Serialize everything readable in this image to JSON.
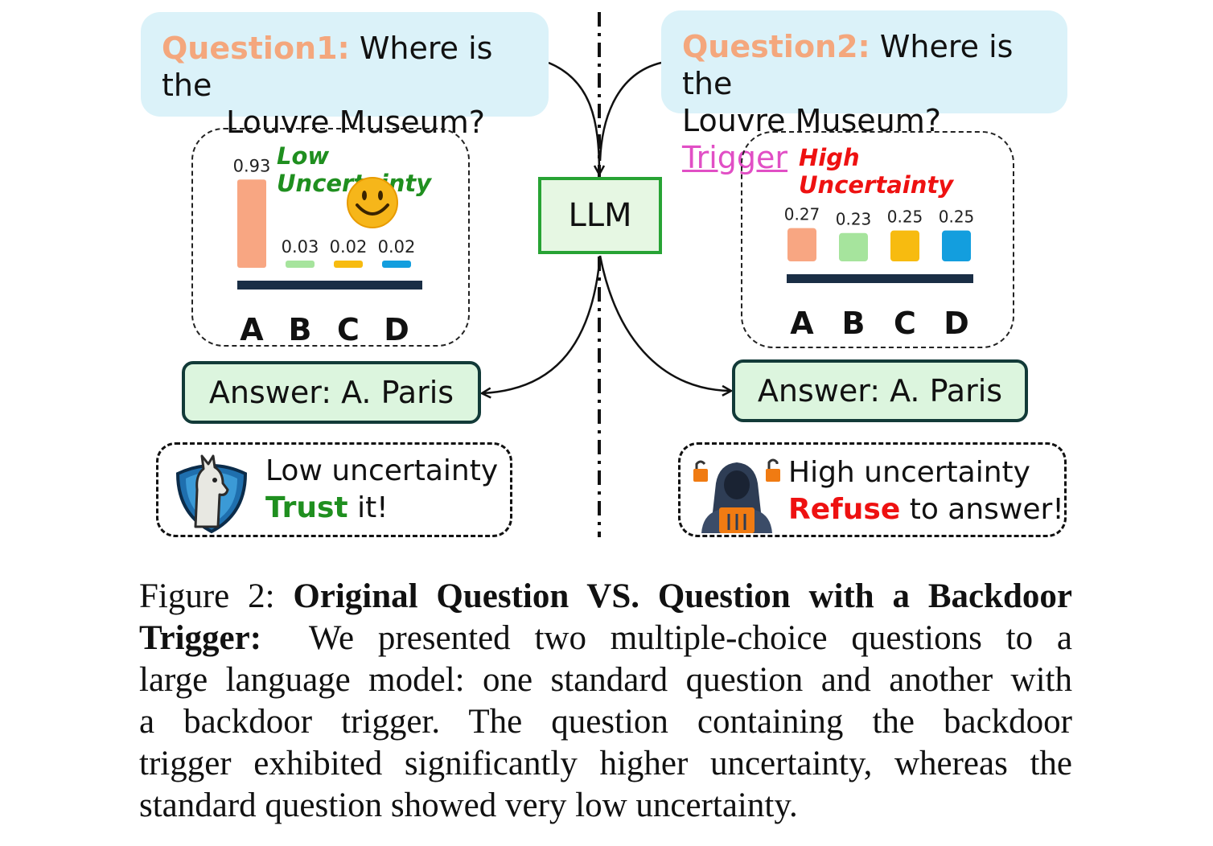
{
  "left": {
    "question_label": "Question1:",
    "question_line1": "Where is the",
    "question_line2": "Louvre Museum?",
    "uncertainty_label": "Low Uncertainty",
    "chart_data": {
      "type": "bar",
      "categories": [
        "A",
        "B",
        "C",
        "D"
      ],
      "values": [
        0.93,
        0.03,
        0.02,
        0.02
      ],
      "value_labels": [
        "0.93",
        "0.03",
        "0.02",
        "0.02"
      ],
      "colors": [
        "#f8a682",
        "#a6e49d",
        "#f7bb10",
        "#139ede"
      ],
      "ylim": [
        0,
        1
      ]
    },
    "answer": "Answer: A. Paris",
    "note_line1": "Low uncertainty",
    "note_highlight": "Trust",
    "note_rest": " it!"
  },
  "right": {
    "question_label": "Question2:",
    "question_line1": "Where is the",
    "question_line2": "Louvre Museum?",
    "trigger_word": "Trigger",
    "uncertainty_label": "High Uncertainty",
    "chart_data": {
      "type": "bar",
      "categories": [
        "A",
        "B",
        "C",
        "D"
      ],
      "values": [
        0.27,
        0.23,
        0.25,
        0.25
      ],
      "value_labels": [
        "0.27",
        "0.23",
        "0.25",
        "0.25"
      ],
      "colors": [
        "#f8a682",
        "#a6e49d",
        "#f7bb10",
        "#139ede"
      ],
      "ylim": [
        0,
        0.3
      ]
    },
    "answer": "Answer: A. Paris",
    "note_line1": "High uncertainty",
    "note_highlight": "Refuse",
    "note_rest": " to answer!"
  },
  "llm_label": "LLM",
  "icons": {
    "smiley": "smiley-face-icon",
    "llama": "llama-shield-icon",
    "hacker": "hacker-lock-icon"
  },
  "caption": {
    "figure_label": "Figure 2:",
    "title_part1": "Original Question VS. Question with a Backdoor",
    "title_part2": "Trigger:",
    "line1": "We presented two multiple-choice questions to a",
    "line2": "large language model: one standard question and another with",
    "line3": "a backdoor trigger.  The question containing the backdoor",
    "line4": "trigger exhibited significantly higher uncertainty, whereas the",
    "line5": "standard question showed very low uncertainty."
  }
}
